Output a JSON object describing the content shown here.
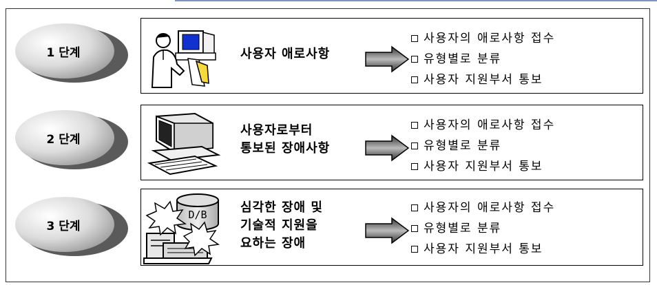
{
  "stages": [
    {
      "label": "1 단계",
      "title_lines": [
        "사용자 애로사항"
      ],
      "illustration": "person-at-computer-icon",
      "items": [
        "사용자의 애로사항 접수",
        "유형별로 분류",
        "사용자 지원부서 통보"
      ]
    },
    {
      "label": "2 단계",
      "title_lines": [
        "사용자로부터",
        "통보된 장애사항"
      ],
      "illustration": "desktop-computer-icon",
      "items": [
        "사용자의 애로사항 접수",
        "유형별로 분류",
        "사용자 지원부서 통보"
      ]
    },
    {
      "label": "3 단계",
      "title_lines": [
        "심각한 장애 및",
        "기술적 지원을",
        "요하는 장애"
      ],
      "illustration": "database-failure-icon",
      "db_label": "D/B",
      "items": [
        "사용자의 애로사항 접수",
        "유형별로 분류",
        "사용자 지원부서 통보"
      ]
    }
  ]
}
